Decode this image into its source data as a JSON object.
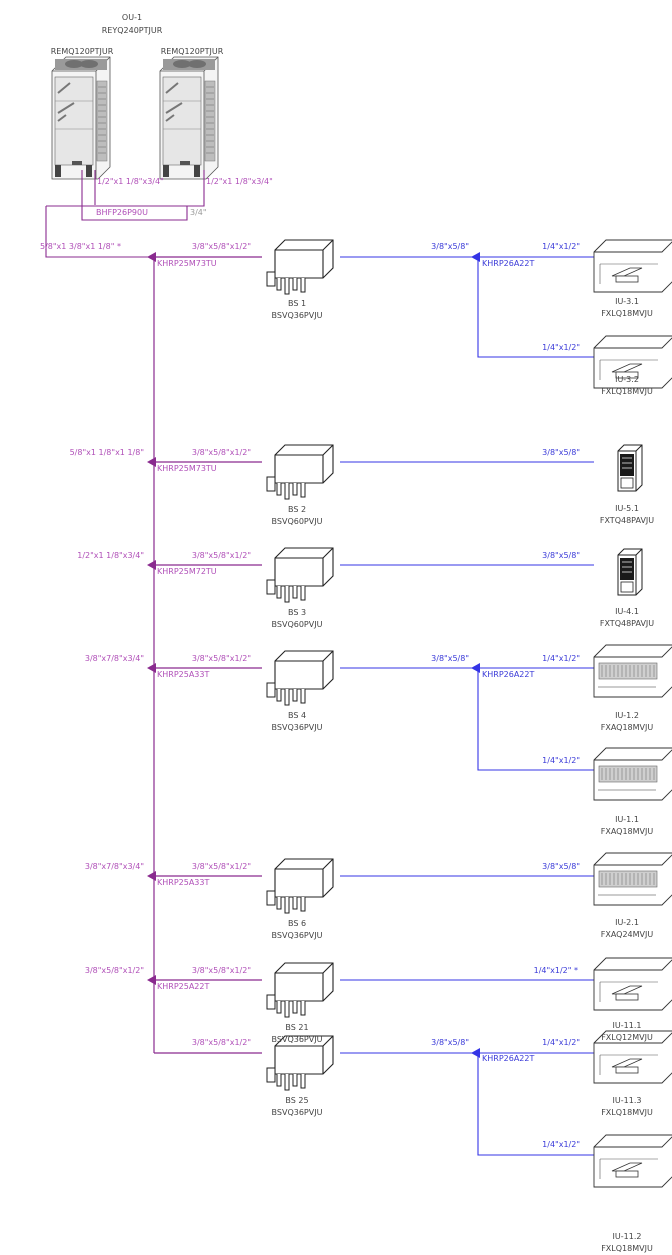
{
  "outdoor": {
    "system_name": "OU-1",
    "system_model": "REYQ240PTJUR",
    "unit_left_model": "REMQ120PTJUR",
    "unit_right_model": "REMQ120PTJUR",
    "pipe_left": "1/2\"x1 1/8\"x3/4\"",
    "pipe_right": "1/2\"x1 1/8\"x3/4\"",
    "header_kit": "BHFP26P90U",
    "header_size": "3/4\""
  },
  "main_header_pipe": "5/8\"x1 3/8\"x1 1/8\" *",
  "branches": [
    {
      "bs": "BS 1",
      "bs_model": "BSVQ36PVJU",
      "trunk_pipe": "",
      "bs_pipe": "3/8\"x5/8\"x1/2\"",
      "joint": "KHRP25M73TU",
      "ind_pipe": "3/8\"x5/8\"",
      "ind_joint": "KHRP26A22T",
      "units": [
        {
          "pipe": "1/4\"x1/2\"",
          "name": "IU-3.1",
          "model": "FXLQ18MVJU"
        },
        {
          "pipe": "1/4\"x1/2\"",
          "name": "IU-3.2",
          "model": "FXLQ18MVJU"
        }
      ]
    },
    {
      "bs": "BS 2",
      "bs_model": "BSVQ60PVJU",
      "trunk_pipe": "5/8\"x1 1/8\"x1 1/8\"",
      "bs_pipe": "3/8\"x5/8\"x1/2\"",
      "joint": "KHRP25M73TU",
      "units": [
        {
          "pipe": "3/8\"x5/8\"",
          "name": "IU-5.1",
          "model": "FXTQ48PAVJU"
        }
      ]
    },
    {
      "bs": "BS 3",
      "bs_model": "BSVQ60PVJU",
      "trunk_pipe": "1/2\"x1 1/8\"x3/4\"",
      "bs_pipe": "3/8\"x5/8\"x1/2\"",
      "joint": "KHRP25M72TU",
      "units": [
        {
          "pipe": "3/8\"x5/8\"",
          "name": "IU-4.1",
          "model": "FXTQ48PAVJU"
        }
      ]
    },
    {
      "bs": "BS 4",
      "bs_model": "BSVQ36PVJU",
      "trunk_pipe": "3/8\"x7/8\"x3/4\"",
      "bs_pipe": "3/8\"x5/8\"x1/2\"",
      "joint": "KHRP25A33T",
      "ind_pipe": "3/8\"x5/8\"",
      "ind_joint": "KHRP26A22T",
      "units": [
        {
          "pipe": "1/4\"x1/2\"",
          "name": "IU-1.2",
          "model": "FXAQ18MVJU"
        },
        {
          "pipe": "1/4\"x1/2\"",
          "name": "IU-1.1",
          "model": "FXAQ18MVJU"
        }
      ]
    },
    {
      "bs": "BS 6",
      "bs_model": "BSVQ36PVJU",
      "trunk_pipe": "3/8\"x7/8\"x3/4\"",
      "bs_pipe": "3/8\"x5/8\"x1/2\"",
      "joint": "KHRP25A33T",
      "units": [
        {
          "pipe": "3/8\"x5/8\"",
          "name": "IU-2.1",
          "model": "FXAQ24MVJU"
        }
      ]
    },
    {
      "bs": "BS 21",
      "bs_model": "BSVQ36PVJU",
      "trunk_pipe": "3/8\"x5/8\"x1/2\"",
      "bs_pipe": "3/8\"x5/8\"x1/2\"",
      "joint": "KHRP25A22T",
      "units": [
        {
          "pipe": "1/4\"x1/2\" *",
          "name": "IU-11.1",
          "model": "FXLQ12MVJU"
        }
      ]
    },
    {
      "bs": "BS 25",
      "bs_model": "BSVQ36PVJU",
      "trunk_pipe": "",
      "bs_pipe": "3/8\"x5/8\"x1/2\"",
      "joint": "",
      "ind_pipe": "3/8\"x5/8\"",
      "ind_joint": "KHRP26A22T",
      "units": [
        {
          "pipe": "1/4\"x1/2\"",
          "name": "IU-11.3",
          "model": "FXLQ18MVJU"
        },
        {
          "pipe": "1/4\"x1/2\"",
          "name": "IU-11.2",
          "model": "FXLQ18MVJU"
        }
      ]
    }
  ],
  "colors": {
    "refrigerant_main": "#8a2b8f",
    "refrigerant_branch": "#3434e6",
    "label_main": "#b04fb8",
    "label_branch": "#3a3ad8",
    "equipment": "#444444"
  }
}
